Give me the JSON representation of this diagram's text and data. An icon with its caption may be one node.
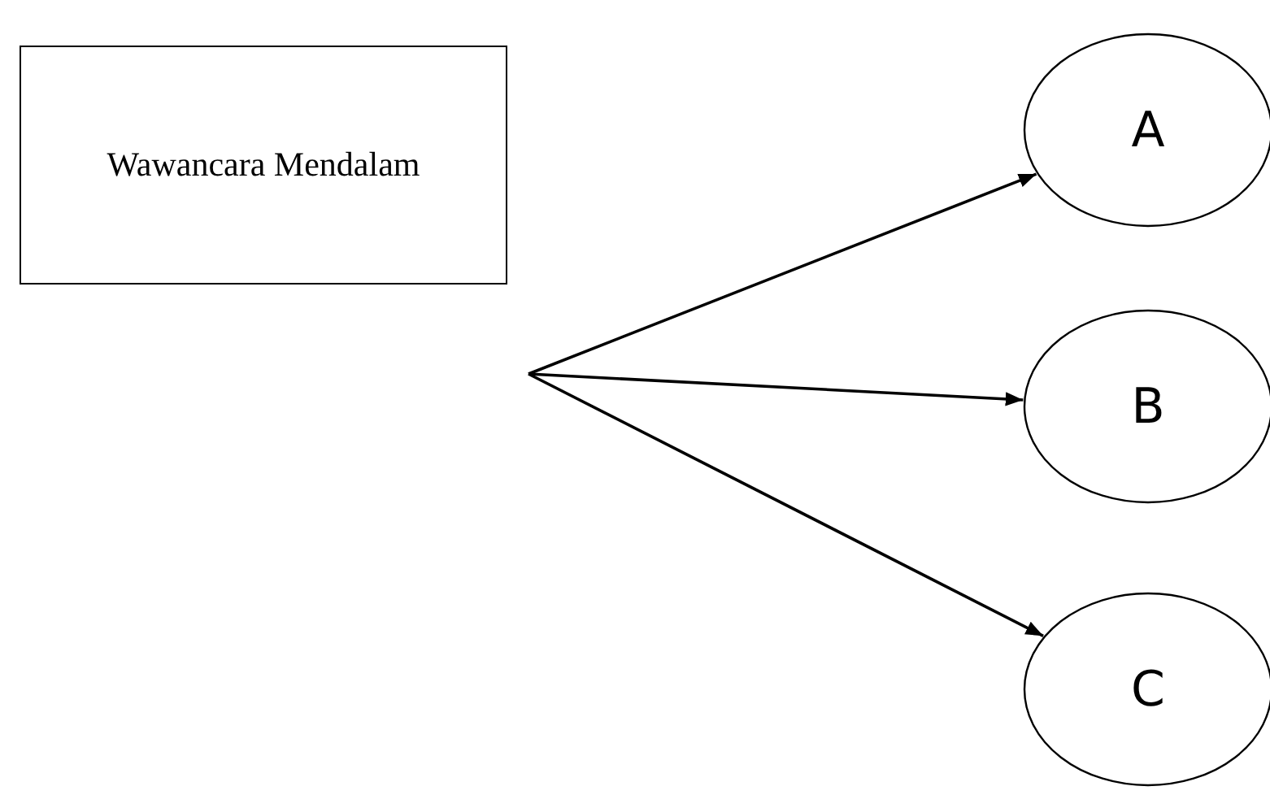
{
  "diagram": {
    "nodes": [
      {
        "text": [
          "Wawancara Mendalam"
        ]
      },
      {
        "text": [
          "A"
        ]
      },
      {
        "text": [
          "B"
        ]
      },
      {
        "text": [
          "C"
        ]
      }
    ],
    "edges": [
      {
        "from": null,
        "to": 1,
        "arrow": "to"
      },
      {
        "from": null,
        "to": 2,
        "arrow": "to"
      },
      {
        "from": null,
        "to": 3,
        "arrow": "to"
      }
    ]
  }
}
